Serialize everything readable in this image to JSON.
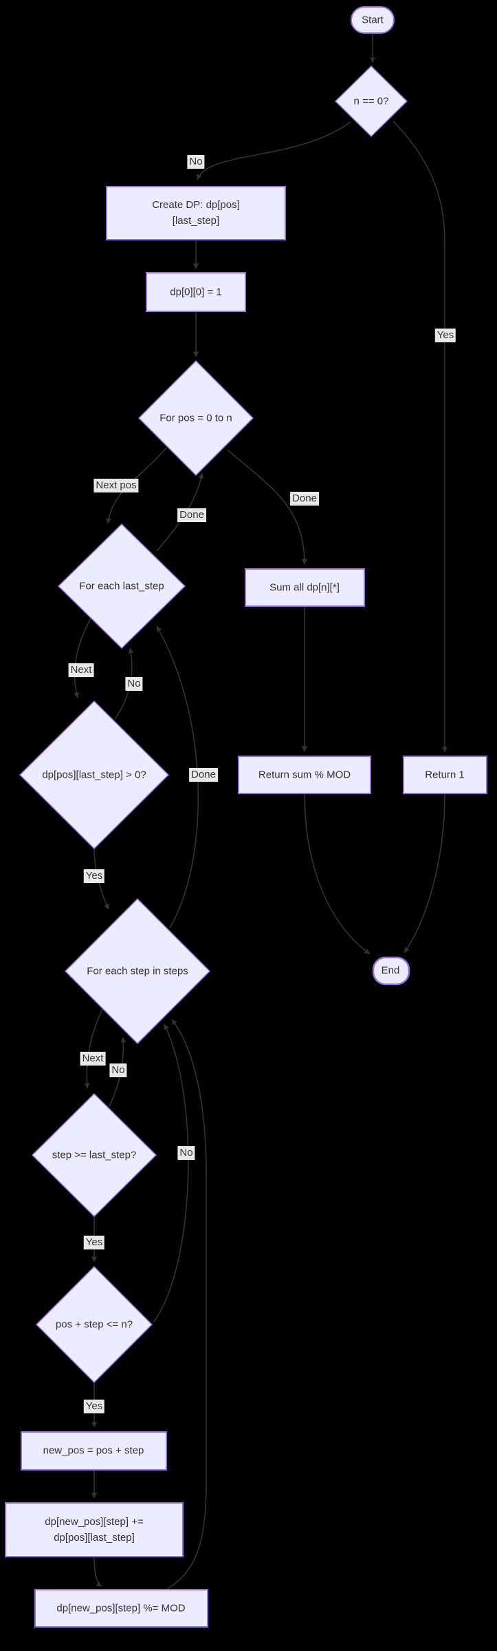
{
  "diagram": {
    "type": "flowchart",
    "colors": {
      "background": "#000000",
      "node_fill": "#ECECFF",
      "node_border": "#9370DB",
      "edge": "#333333",
      "edge_label_bg": "#e8e8e8",
      "text": "#333333"
    },
    "nodes": {
      "start": "Start",
      "check_n_zero": "n == 0?",
      "create_dp": {
        "lines": [
          "Create DP: dp[pos]",
          "[last_step]"
        ]
      },
      "init_dp": "dp[0][0] = 1",
      "loop_pos": "For pos = 0 to n",
      "loop_last_step": "For each last_step",
      "sum_all": "Sum all dp[n][*]",
      "check_dp_positive": "dp[pos][last_step] > 0?",
      "return_sum": "Return sum % MOD",
      "return_one": "Return 1",
      "loop_steps": "For each step in steps",
      "end": "End",
      "check_step_ge": "step >= last_step?",
      "check_bounds": "pos + step <= n?",
      "assign_new_pos": "new_pos = pos + step",
      "update_dp": {
        "lines": [
          "dp[new_pos][step] +=",
          "dp[pos][last_step]"
        ]
      },
      "mod_dp": "dp[new_pos][step] %= MOD"
    },
    "edge_labels": {
      "no_top": "No",
      "yes_top": "Yes",
      "next_pos": "Next pos",
      "done_to_pos_loop": "Done",
      "done_to_sum": "Done",
      "next_last_step": "Next",
      "no_skip": "No",
      "done_steps": "Done",
      "yes_dp_positive": "Yes",
      "next_step": "Next",
      "no_step_lt": "No",
      "no_out_of_bounds": "No",
      "yes_step_ge": "Yes",
      "yes_in_bounds": "Yes"
    }
  }
}
